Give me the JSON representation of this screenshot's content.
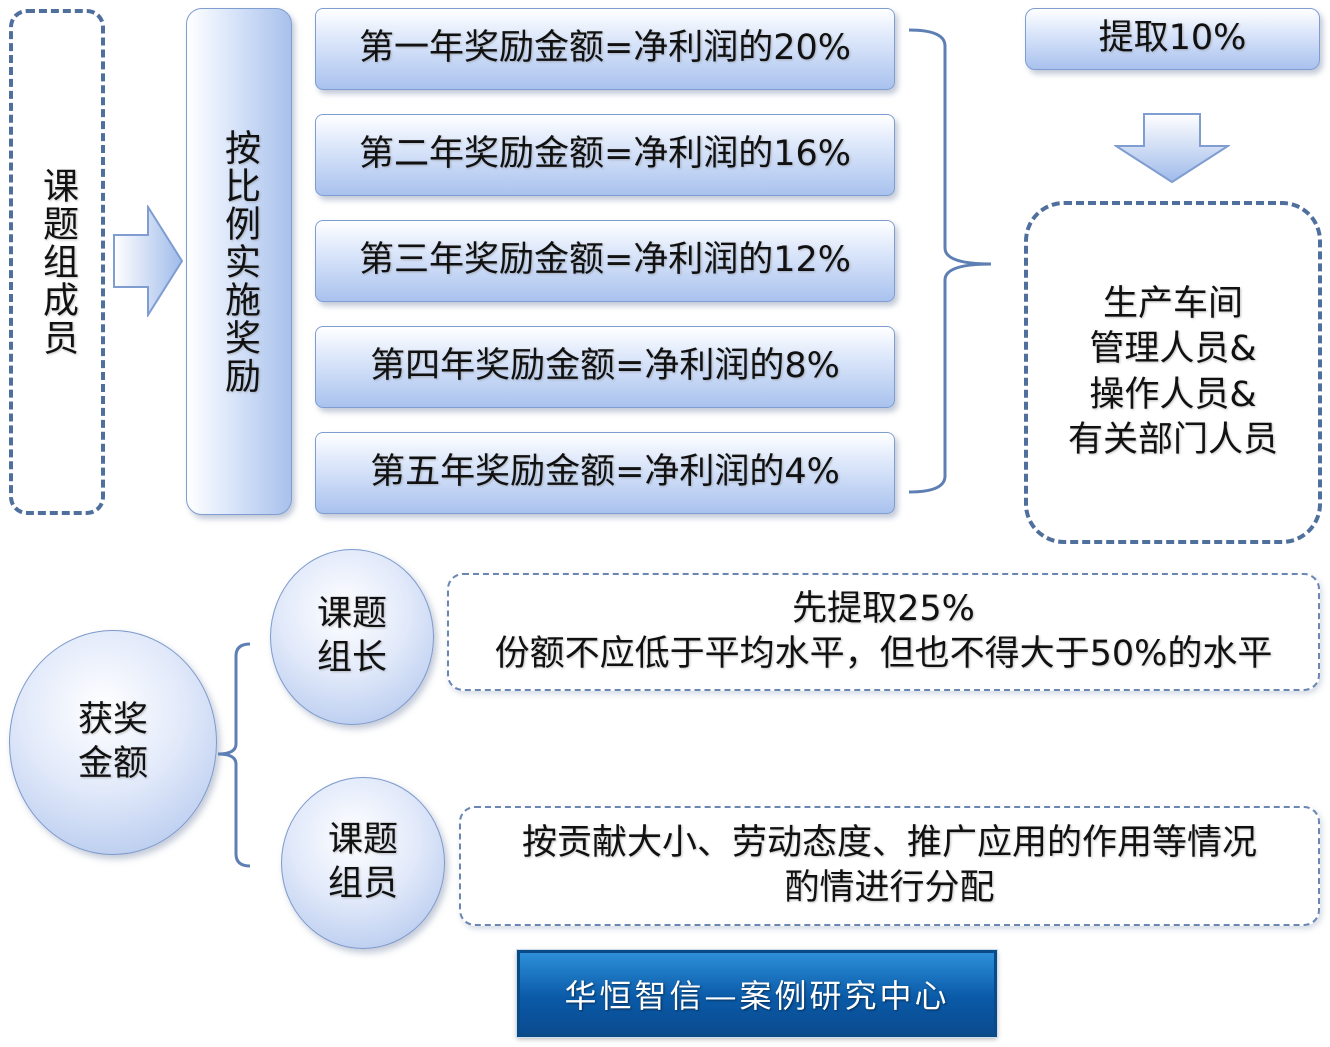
{
  "members_box": {
    "label": "课题组成员"
  },
  "implement_box": {
    "label": "按比例实施奖励"
  },
  "years": [
    {
      "label": "第一年奖励金额=净利润的20%"
    },
    {
      "label": "第二年奖励金额=净利润的16%"
    },
    {
      "label": "第三年奖励金额=净利润的12%"
    },
    {
      "label": "第四年奖励金额=净利润的8%"
    },
    {
      "label": "第五年奖励金额=净利润的4%"
    }
  ],
  "extract_box": {
    "label": "提取10%"
  },
  "recipients_box": {
    "lines": [
      "生产车间",
      "管理人员&",
      "操作人员&",
      "有关部门人员"
    ]
  },
  "award_circle": {
    "lines": [
      "获奖",
      "金额"
    ]
  },
  "leader_circle": {
    "lines": [
      "课题",
      "组长"
    ]
  },
  "member_circle": {
    "lines": [
      "课题",
      "组员"
    ]
  },
  "leader_rule": {
    "lines": [
      "先提取25%",
      "份额不应低于平均水平，但也不得大于50%的水平"
    ]
  },
  "member_rule": {
    "lines": [
      "按贡献大小、劳动态度、推广应用的作用等情况",
      "酌情进行分配"
    ]
  },
  "footer": {
    "label": "华恒智信—案例研究中心"
  },
  "colors": {
    "box_border": "#7f9dd0",
    "dash_border": "#4f6f9c",
    "footer_bg": "#0a5aa8"
  }
}
